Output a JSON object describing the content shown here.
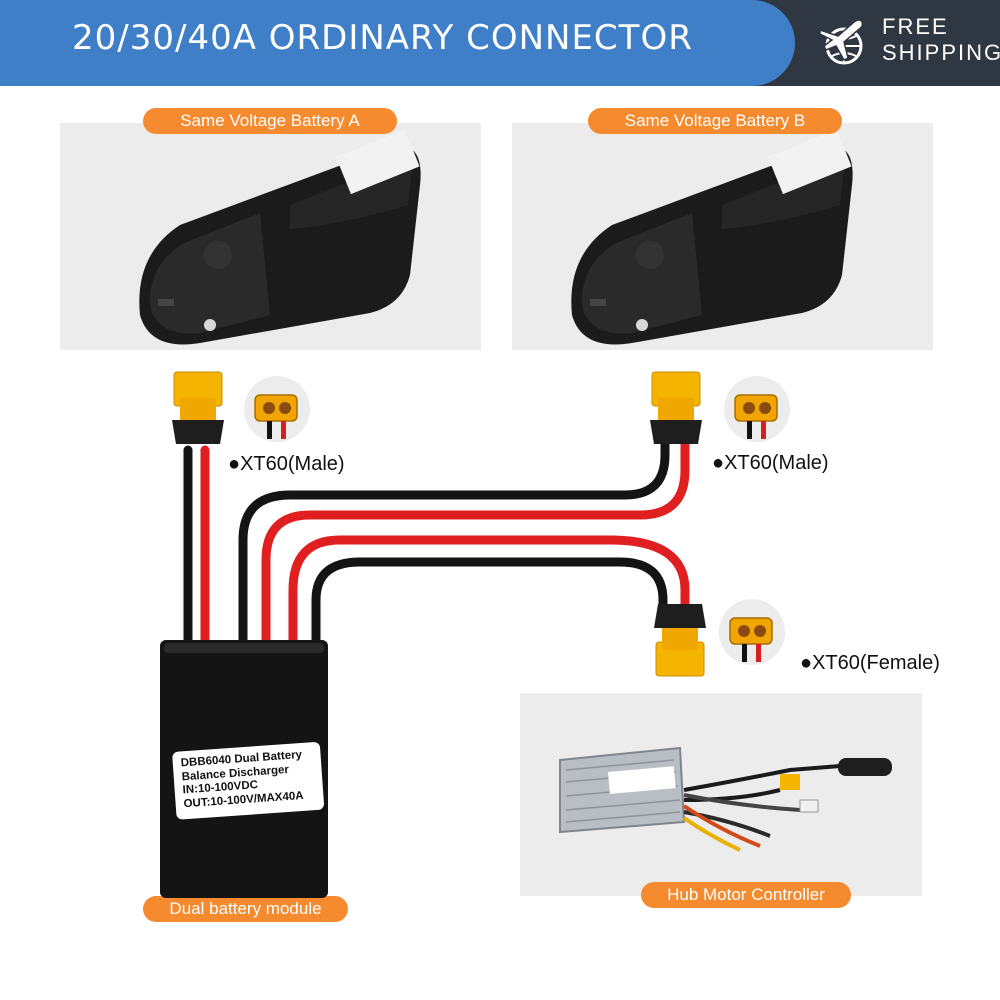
{
  "header": {
    "title": "20/30/40A ORDINARY CONNECTOR",
    "badge_line1": "FREE",
    "badge_line2": "SHIPPING",
    "badge_icon": "plane-globe-icon"
  },
  "batteries": [
    {
      "label": "Same Voltage Battery A"
    },
    {
      "label": "Same Voltage Battery B"
    }
  ],
  "connectors": {
    "a_label": "●XT60(Male)",
    "b_label": "●XT60(Male)",
    "out_label": "●XT60(Female)"
  },
  "module": {
    "caption": "Dual battery module",
    "line1": "DBB6040 Dual Battery",
    "line2": "Balance Discharger",
    "line3": "IN:10-100VDC",
    "line4": "OUT:10-100V/MAX40A"
  },
  "controller": {
    "caption": "Hub Motor Controller"
  },
  "colors": {
    "header_blue": "#3f7fc8",
    "header_dark": "#2f3742",
    "pill_orange": "#f68a2e",
    "wire_red": "#e02020",
    "wire_black": "#141414",
    "connector_yellow": "#f5b400"
  }
}
